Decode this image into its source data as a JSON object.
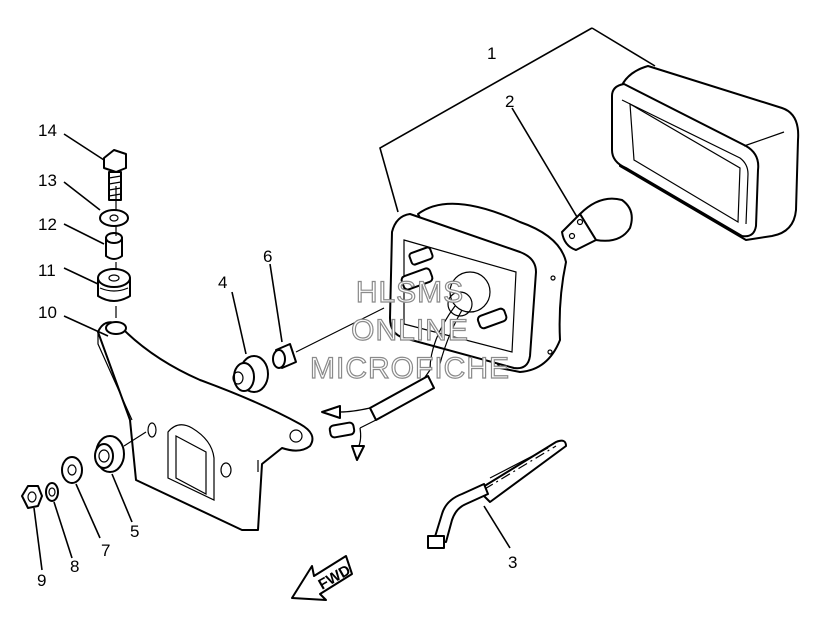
{
  "callouts": {
    "c1": "1",
    "c2": "2",
    "c3": "3",
    "c4": "4",
    "c5": "5",
    "c6": "6",
    "c7": "7",
    "c8": "8",
    "c9": "9",
    "c10": "10",
    "c11": "11",
    "c12": "12",
    "c13": "13",
    "c14": "14"
  },
  "watermark": {
    "line1": "HLSMS",
    "line2": "ONLINE",
    "line3": "MICROFICHE"
  },
  "direction_arrow": {
    "label": "FWD"
  },
  "colors": {
    "line": "#000000",
    "watermark_outline": "#8a8a8a",
    "background": "#ffffff"
  }
}
